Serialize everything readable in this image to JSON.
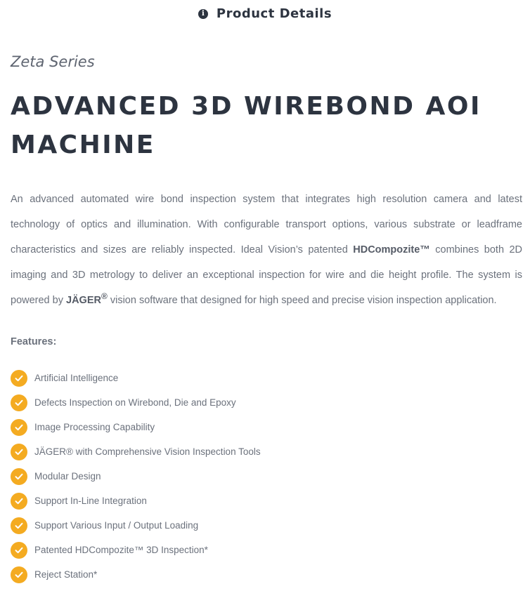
{
  "tab": {
    "icon": "info-icon",
    "title": "Product Details"
  },
  "product": {
    "series": "Zeta Series",
    "title_line1": "ADVANCED 3D WIREBOND AOI",
    "title_line2": "MACHINE"
  },
  "description": {
    "part1": "An advanced automated wire bond inspection system that integrates high resolution camera and latest technology of optics and illumination. With configurable transport options, various substrate or leadframe characteristics and sizes are reliably inspected. Ideal Vision’s patented ",
    "brand1": "HDCompozite™",
    "part2": " combines both 2D imaging and 3D metrology to deliver an exceptional inspection for wire and die height profile. The system is powered by ",
    "brand2": "JÄGER",
    "brand2_mark": "®",
    "part3": " vision software that designed for high speed and precise vision inspection application."
  },
  "features": {
    "label": "Features:",
    "icon": "check-circle-icon",
    "accent_color": "#f4ab21",
    "items": [
      "Artificial Intelligence",
      "Defects Inspection on Wirebond, Die and Epoxy",
      "Image Processing Capability",
      "JÄGER® with Comprehensive Vision Inspection Tools",
      "Modular Design",
      "Support In-Line Integration",
      "Support Various Input / Output Loading",
      "Patented HDCompozite™ 3D Inspection*",
      "Reject Station*"
    ]
  }
}
